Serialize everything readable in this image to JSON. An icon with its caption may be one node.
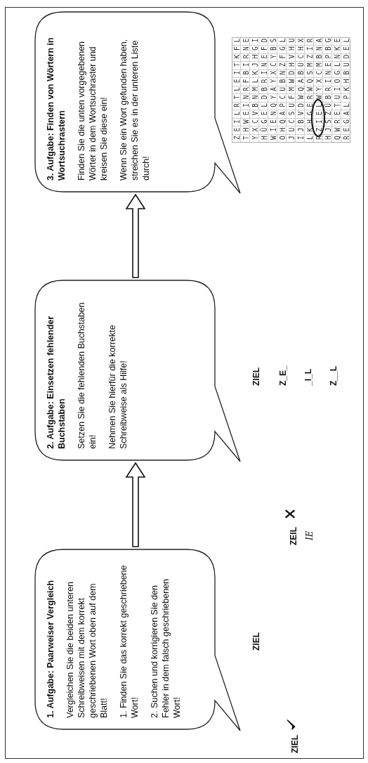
{
  "diagram": {
    "nodes": [
      {
        "text": [
          "1. Aufgabe: Paarweiser Vergleich",
          "Vergleichen Sie die beiden unteren Schreibweisen mit dem korrekt geschriebenen Wort oben auf dem Blatt!",
          "1. Finden Sie das korrekt geschriebene Wort!",
          "2. Suchen und korrigieren Sie den Fehler in dem falsch geschriebenen Wort!"
        ]
      },
      {
        "text": [
          "2. Aufgabe: Einsetzen fehlender Buchstaben",
          "Setzen Sie die fehlenden Buchstaben ein!",
          "Nehmen Sie hierfür die korrekte Schreibweise als Hilfe!"
        ]
      },
      {
        "text": [
          "3. Aufgabe: Finden von Wörtern in Wortsuchrastern",
          "Finden Sie die unten vorgegebenen Wörter in dem Wortsuchraster und kreisen Sie diese ein!",
          "Wenn Sie ein Wort gefunden haben, streichen Sie es in der unteren Liste durch!"
        ]
      }
    ],
    "edges": [
      {
        "from": 0,
        "to": 1,
        "arrow": "to"
      },
      {
        "from": 1,
        "to": 2,
        "arrow": "to"
      }
    ],
    "labels": [
      "ZIEL",
      "ZIEL",
      "ZEIL",
      "IE",
      "ZIEL",
      "Z_E_",
      "_I_L",
      "Z__L",
      "Z E I L R T L E I T K F L",
      "T H W E I N R F B I R N E",
      "Y X C V B N M L K J H G I",
      "H Ü G E L D B R I N E F D",
      "W I E N Q Y A Y X C Y B S",
      "O H Q A P C U B N Z F G L",
      "J U C S U F M W D H V H U",
      "I J B V D W Q A B U C H X",
      "L K H G E R W Q S M Z I R",
      "R Z I E L W Y X C M B N A",
      "H J S Z Ü B R I N E P B G",
      "Q W R E T U I O G L N K E",
      "R E G A L P K H B U D E L"
    ]
  }
}
